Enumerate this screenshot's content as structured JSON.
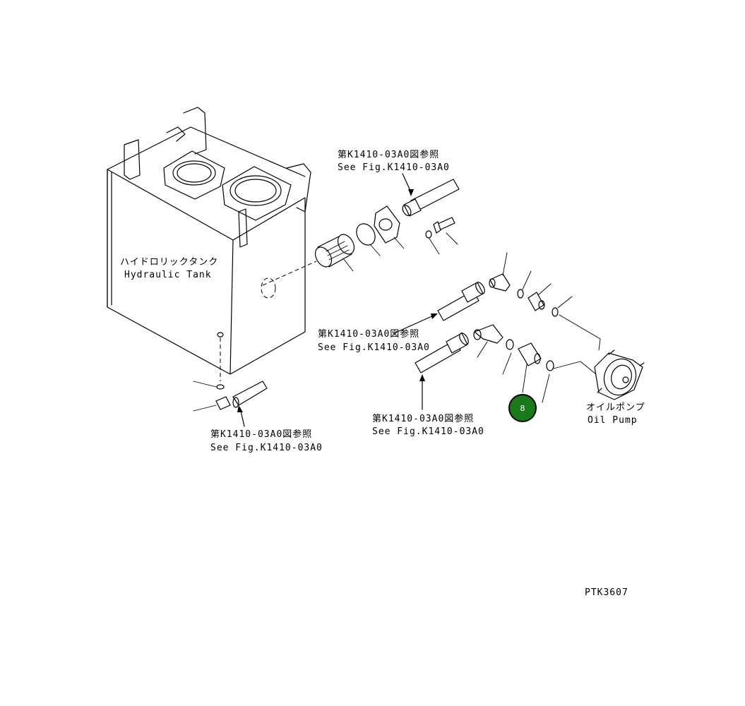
{
  "labels": {
    "hydraulic_tank_jp": "ハイドロリックタンク",
    "hydraulic_tank_en": "Hydraulic Tank",
    "oil_pump_jp": "オイルポンプ",
    "oil_pump_en": "Oil Pump",
    "ref_top_jp": "第K1410-03A0図参照",
    "ref_top_en": "See Fig.K1410-03A0",
    "ref_mid_jp": "第K1410-03A0図参照",
    "ref_mid_en": "See Fig.K1410-03A0",
    "ref_right_jp": "第K1410-03A0図参照",
    "ref_right_en": "See Fig.K1410-03A0",
    "ref_bottom_jp": "第K1410-03A0図参照",
    "ref_bottom_en": "See Fig.K1410-03A0",
    "drawing_id": "PTK3607"
  },
  "callouts": [
    {
      "number": "8",
      "color": "#1a7a1a"
    }
  ]
}
